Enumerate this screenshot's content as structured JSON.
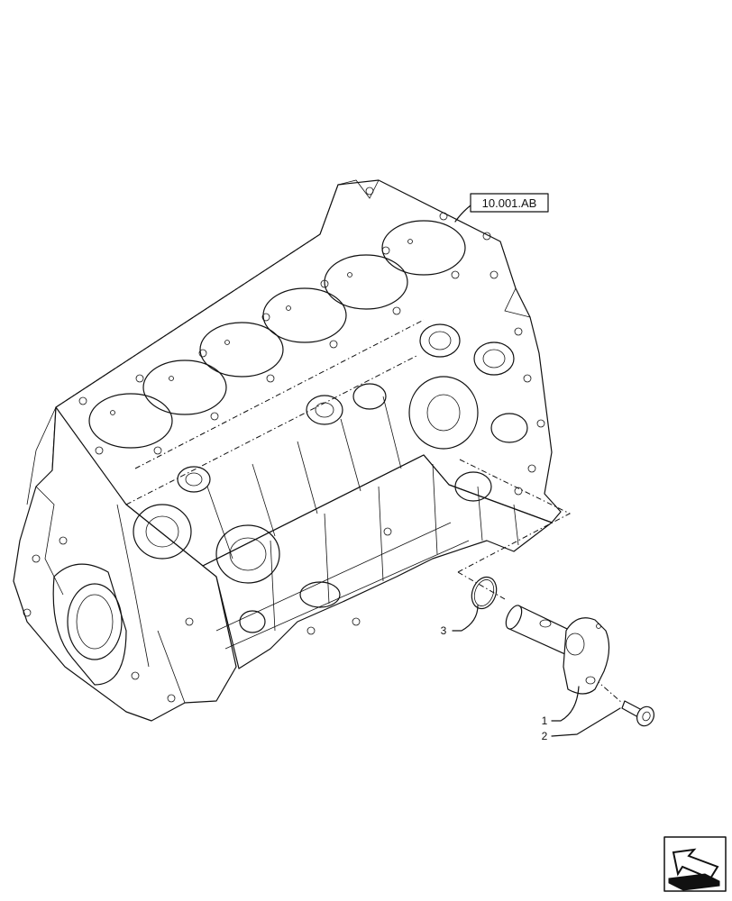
{
  "reference_label": "10.001.AB",
  "callouts": [
    {
      "id": "1",
      "text": "1"
    },
    {
      "id": "2",
      "text": "2"
    },
    {
      "id": "3",
      "text": "3"
    }
  ],
  "nav_icon": "arrow-navigation-icon"
}
